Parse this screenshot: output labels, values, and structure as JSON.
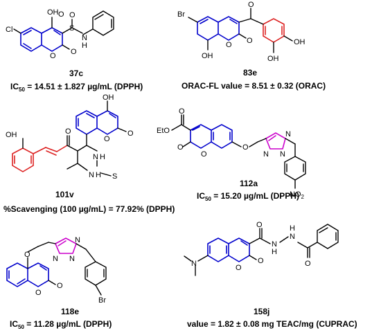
{
  "colors": {
    "coumarin_core": "#0000cc",
    "triazole": "#cc00cc",
    "chalcone_ring": "#dd2222",
    "text": "#000000"
  },
  "compounds": [
    {
      "id": "37c",
      "atoms": [
        "Cl",
        "OH",
        "S",
        "O",
        "O",
        "N",
        "H",
        "O",
        "O"
      ],
      "caption_prefix": "IC",
      "caption_sub": "50",
      "caption_value": " = 14.51 ± 1.827 µg/mL (DPPH)"
    },
    {
      "id": "83e",
      "atoms": [
        "Br",
        "O",
        "OH",
        "OH",
        "OH",
        "O",
        "O"
      ],
      "caption_value": "ORAC-FL value = 8.51 ± 0.32 (ORAC)"
    },
    {
      "id": "101v",
      "atoms": [
        "OH",
        "O",
        "OH",
        "O",
        "O",
        "N",
        "H",
        "N",
        "H",
        "S"
      ],
      "caption_value": "%Scavenging (100 µg/mL) = 77.92% (DPPH)"
    },
    {
      "id": "112a",
      "atoms": [
        "O",
        "EtO",
        "O",
        "O",
        "O",
        "N",
        "N",
        "N",
        "NO",
        "2"
      ],
      "caption_prefix": "IC",
      "caption_sub": "50",
      "caption_value": " = 15.20 µg/mL (DPPH)"
    },
    {
      "id": "118e",
      "atoms": [
        "O",
        "N",
        "N",
        "N",
        "O",
        "O",
        "Br"
      ],
      "caption_prefix": "IC",
      "caption_sub": "50",
      "caption_value": " = 11.28 µg/mL (DPPH)"
    },
    {
      "id": "158j",
      "atoms": [
        "N",
        "O",
        "O",
        "O",
        "N",
        "H",
        "N",
        "H",
        "O"
      ],
      "caption_value": "value = 1.82 ± 0.08 mg TEAC/mg (CUPRAC)"
    }
  ]
}
